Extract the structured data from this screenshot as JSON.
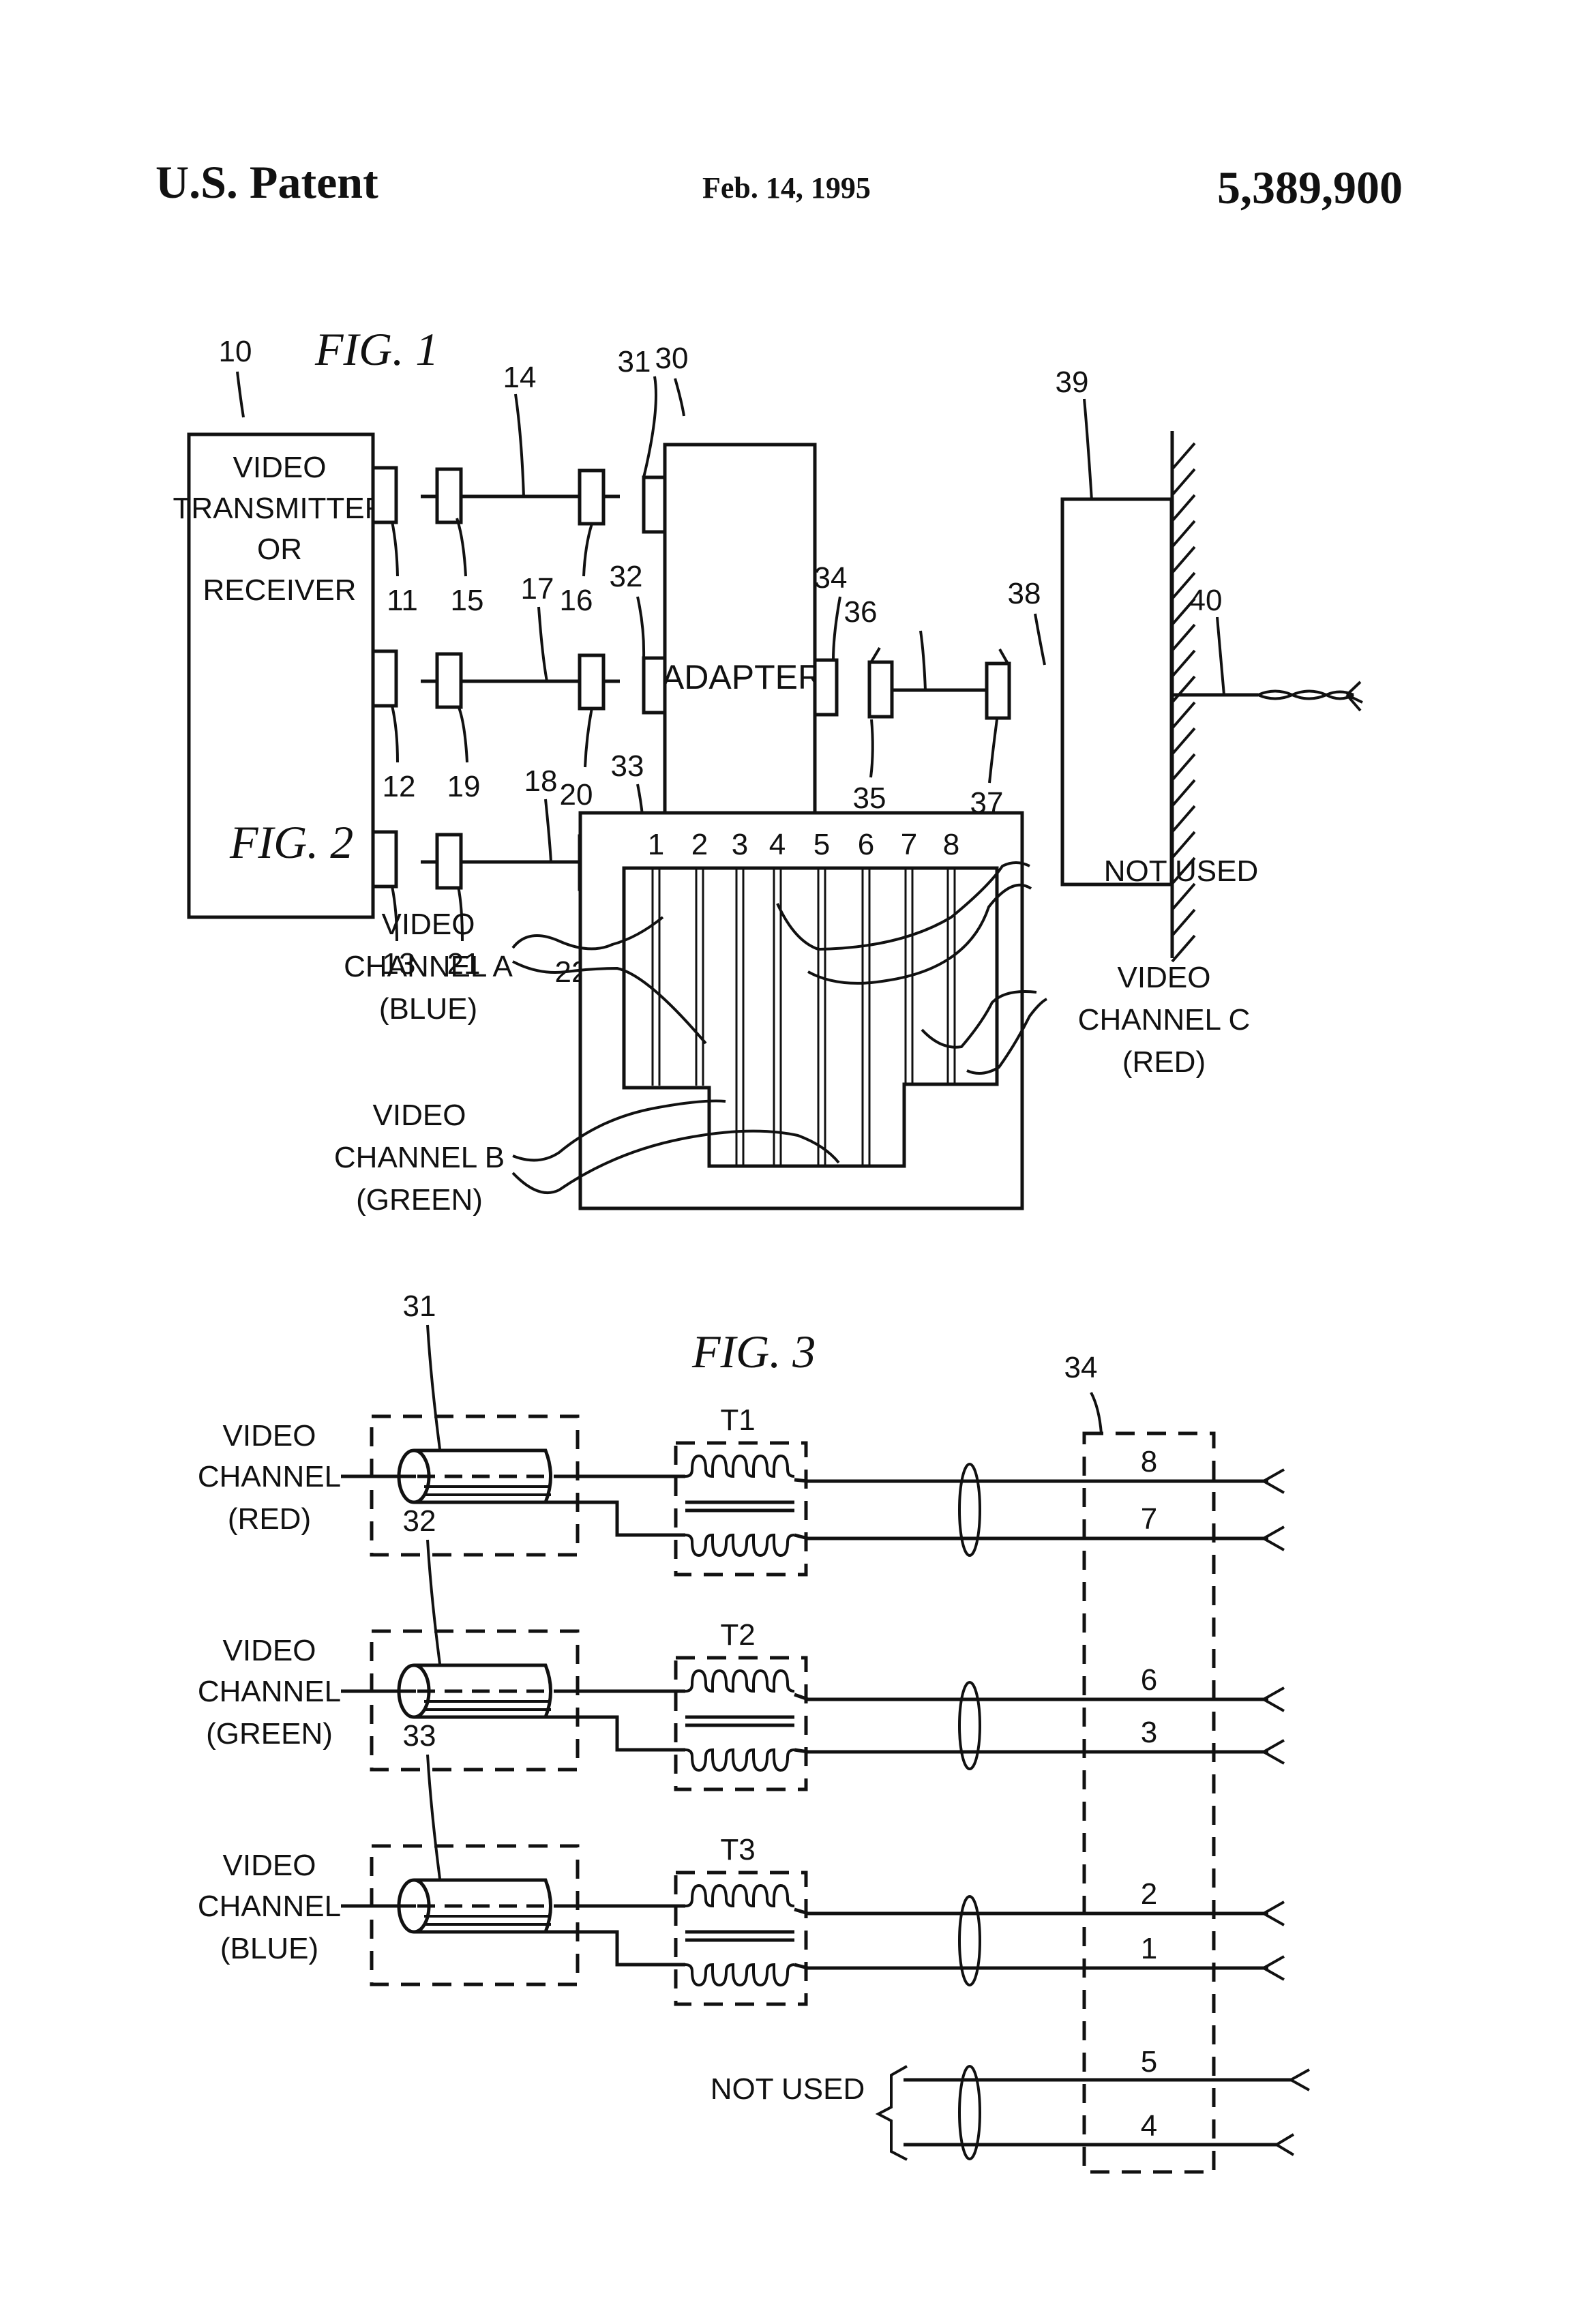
{
  "header": {
    "left": "U.S. Patent",
    "date": "Feb. 14, 1995",
    "number": "5,389,900"
  },
  "fig1": {
    "title": "FIG. 1",
    "device_label": [
      "VIDEO",
      "TRANSMITTER",
      "OR",
      "RECEIVER"
    ],
    "adapter_label": "ADAPTER",
    "refs": {
      "r10": "10",
      "r11": "11",
      "r12": "12",
      "r13": "13",
      "r14": "14",
      "r15": "15",
      "r16": "16",
      "r17": "17",
      "r18": "18",
      "r19": "19",
      "r20": "20",
      "r21": "21",
      "r22": "22",
      "r30": "30",
      "r31": "31",
      "r32": "32",
      "r33": "33",
      "r34": "34",
      "r35": "35",
      "r36": "36",
      "r37": "37",
      "r38": "38",
      "r39": "39",
      "r40": "40"
    }
  },
  "fig2": {
    "title": "FIG. 2",
    "pins": [
      "1",
      "2",
      "3",
      "4",
      "5",
      "6",
      "7",
      "8"
    ],
    "channel_a": [
      "VIDEO",
      "CHANNEL A",
      "(BLUE)"
    ],
    "channel_b": [
      "VIDEO",
      "CHANNEL B",
      "(GREEN)"
    ],
    "channel_c": [
      "VIDEO",
      "CHANNEL C",
      "(RED)"
    ],
    "not_used": "NOT USED"
  },
  "fig3": {
    "title": "FIG. 3",
    "connector_ref": "34",
    "channels": [
      {
        "label": [
          "VIDEO",
          "CHANNEL",
          "(RED)"
        ],
        "coax_ref": "31",
        "transformer": "T1",
        "pins": [
          "8",
          "7"
        ]
      },
      {
        "label": [
          "VIDEO",
          "CHANNEL",
          "(GREEN)"
        ],
        "coax_ref": "32",
        "transformer": "T2",
        "pins": [
          "6",
          "3"
        ]
      },
      {
        "label": [
          "VIDEO",
          "CHANNEL",
          "(BLUE)"
        ],
        "coax_ref": "33",
        "transformer": "T3",
        "pins": [
          "2",
          "1"
        ]
      }
    ],
    "not_used": {
      "label": "NOT USED",
      "pins": [
        "5",
        "4"
      ]
    }
  }
}
